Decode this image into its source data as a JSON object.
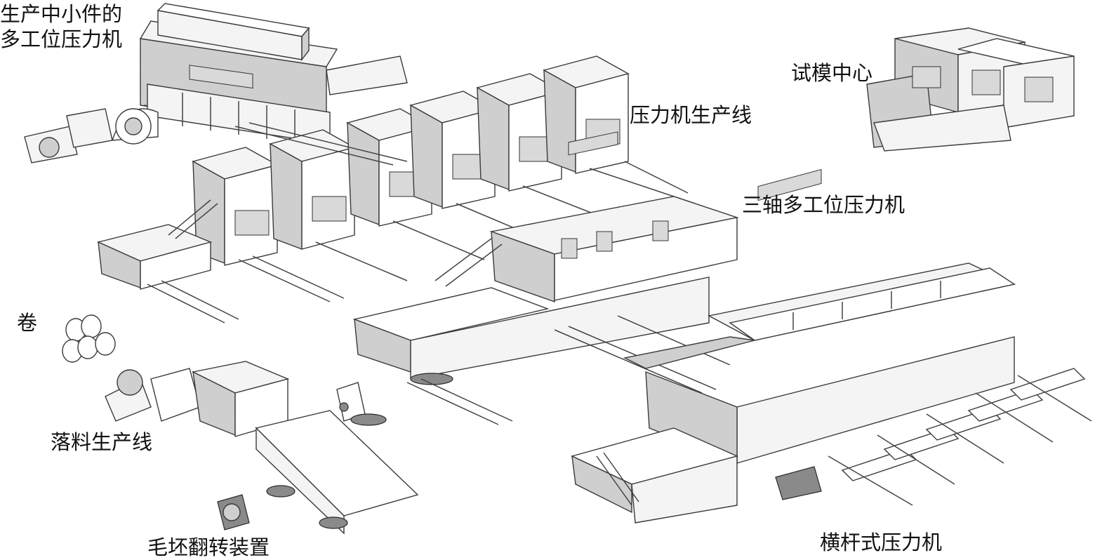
{
  "labels": {
    "small_parts_press_line1": "生产中小件的",
    "small_parts_press_line2": "多工位压力机",
    "tryout_center": "试模中心",
    "press_line": "压力机生产线",
    "three_axis_press": "三轴多工位压力机",
    "coil": "卷",
    "blanking_line": "落料生产线",
    "blank_turnover": "毛坯翻转装置",
    "crossbar_press": "横杆式压力机"
  }
}
